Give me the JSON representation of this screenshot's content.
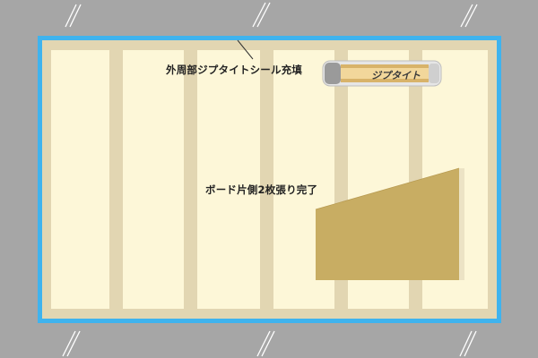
{
  "labels": {
    "seal": "外周部ジプタイトシール充填",
    "board": "ボード片側2枚張り完了"
  },
  "tube": {
    "product_name": "ジプタイト"
  },
  "colors": {
    "background": "#a6a6a6",
    "frame_border": "#3fb3ee",
    "panel_fill": "#fdf7d8",
    "stud": "#e2d6b2",
    "board_face": "#c8ad63",
    "board_edge": "#ece3c5"
  },
  "icons": {
    "wall_cut": "double-slash-break-mark",
    "sealant": "caulk-tube-icon"
  }
}
